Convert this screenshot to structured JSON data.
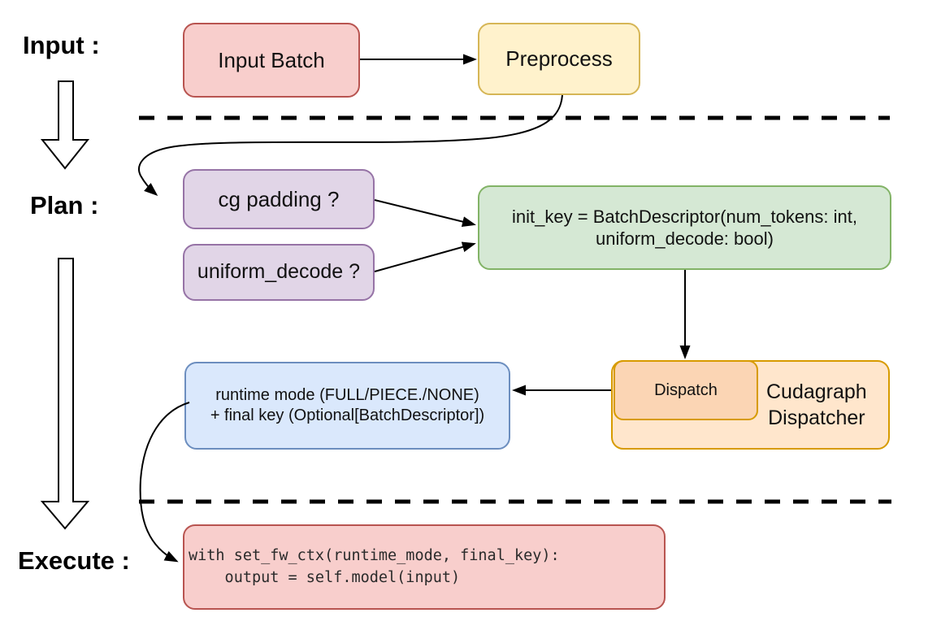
{
  "phases": {
    "input": "Input :",
    "plan": "Plan :",
    "execute": "Execute :"
  },
  "nodes": {
    "input_batch": "Input Batch",
    "preprocess": "Preprocess",
    "cg_padding": "cg padding ?",
    "uniform_decode": "uniform_decode ?",
    "init_key": "init_key = BatchDescriptor(num_tokens: int,\nuniform_decode: bool)",
    "dispatch": "Dispatch",
    "cudagraph_dispatcher": "Cudagraph\nDispatcher",
    "runtime_mode": "runtime mode (FULL/PIECE./NONE)\n+ final key (Optional[BatchDescriptor])",
    "execute_code": "with set_fw_ctx(runtime_mode, final_key):\n    output = self.model(input)"
  },
  "colors": {
    "red_fill": "#f8cecc",
    "red_stroke": "#b85450",
    "yellow_fill": "#fff2cc",
    "yellow_stroke": "#d6b656",
    "purple_fill": "#e1d5e7",
    "purple_stroke": "#9673a6",
    "green_fill": "#d5e8d4",
    "green_stroke": "#82b366",
    "blue_fill": "#dae8fc",
    "blue_stroke": "#6c8ebf",
    "orange_fill": "#ffe6cc",
    "orange_stroke": "#d79b00",
    "peach_fill": "#fbd5b4",
    "connector": "#000000"
  }
}
